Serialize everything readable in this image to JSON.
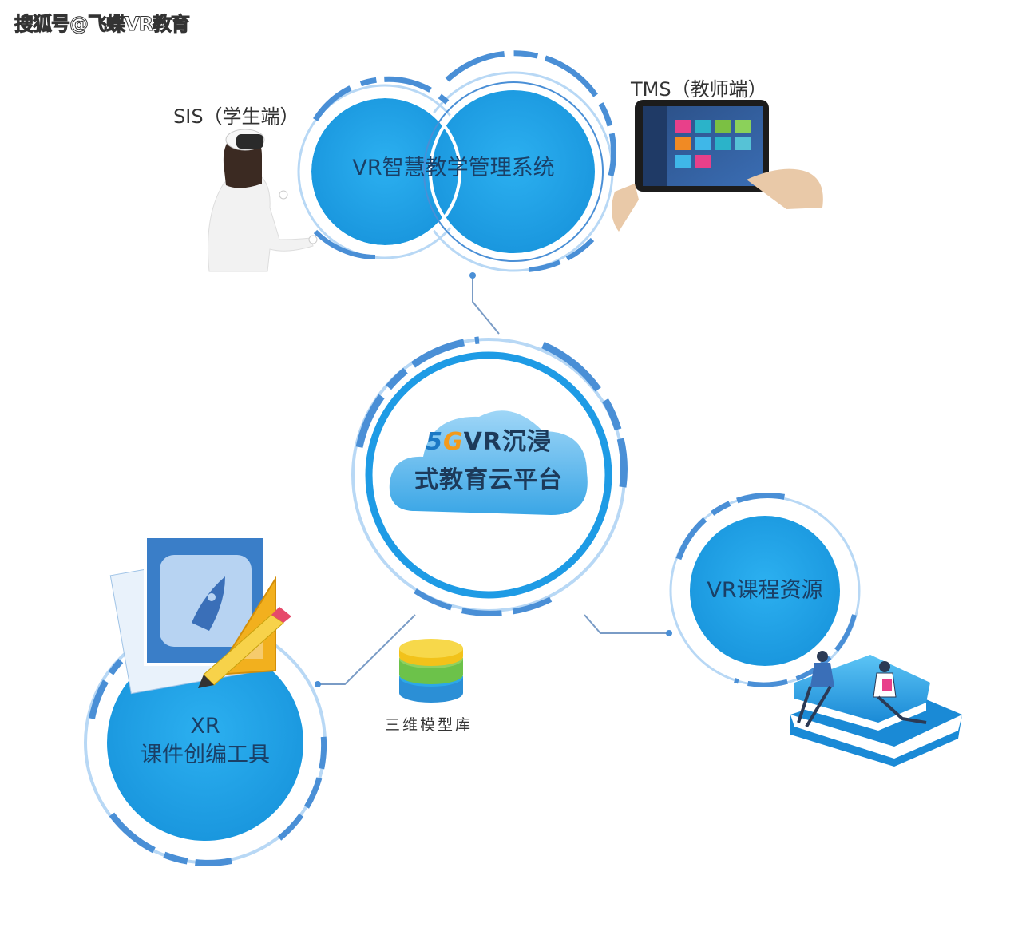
{
  "watermark": "搜狐号@飞蝶VR教育",
  "nodes": {
    "management": {
      "title": "VR智慧教学管理系统"
    },
    "sis": {
      "label": "SIS（学生端）"
    },
    "tms": {
      "label": "TMS（教师端）"
    },
    "platform": {
      "badge_5": "5",
      "badge_g": "G",
      "line1": "VR沉浸",
      "line2": "式教育云平台"
    },
    "courses": {
      "title": "VR课程资源"
    },
    "xr": {
      "line1": "XR",
      "line2": "课件创编工具"
    },
    "models": {
      "label": "三维模型库"
    }
  },
  "colors": {
    "circle_fill": "#1ea0e6",
    "ring": "#4a8fd6",
    "ring_light": "#b8d8f5",
    "line": "#7a9cc6",
    "accent_orange": "#f39a1c"
  },
  "icons": [
    "vr-headset-student-figure",
    "teacher-tablet-icon",
    "cloud-icon",
    "rocket-app-icon",
    "ruler-pencil-icon",
    "database-stack-icon",
    "open-book-readers-icon"
  ]
}
